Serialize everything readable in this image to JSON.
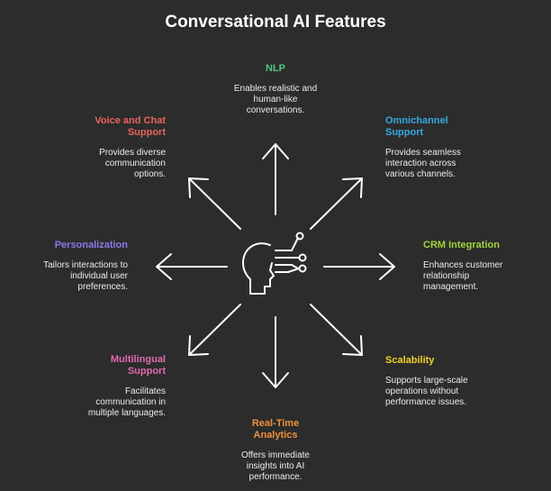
{
  "title": "Conversational AI Features",
  "features": [
    {
      "title": "NLP",
      "description": "Enables realistic and human-like conversations.",
      "color": "#4ec97a"
    },
    {
      "title": "Omnichannel Support",
      "description": "Provides seamless interaction across various channels.",
      "color": "#36a8e0"
    },
    {
      "title": "CRM Integration",
      "description": "Enhances customer relationship management.",
      "color": "#9fd43a"
    },
    {
      "title": "Scalability",
      "description": "Supports large-scale operations without performance issues.",
      "color": "#f2d024"
    },
    {
      "title": "Real-Time Analytics",
      "description": "Offers immediate insights into AI performance.",
      "color": "#f0913c"
    },
    {
      "title": "Multilingual Support",
      "description": "Facilitates communication in multiple languages.",
      "color": "#e069b0"
    },
    {
      "title": "Personalization",
      "description": "Tailors interactions to individual user preferences.",
      "color": "#8b78e8"
    },
    {
      "title": "Voice and Chat Support",
      "description": "Provides diverse communication options.",
      "color": "#e8645c"
    }
  ],
  "icons": {
    "center": "ai-head-network-icon"
  }
}
